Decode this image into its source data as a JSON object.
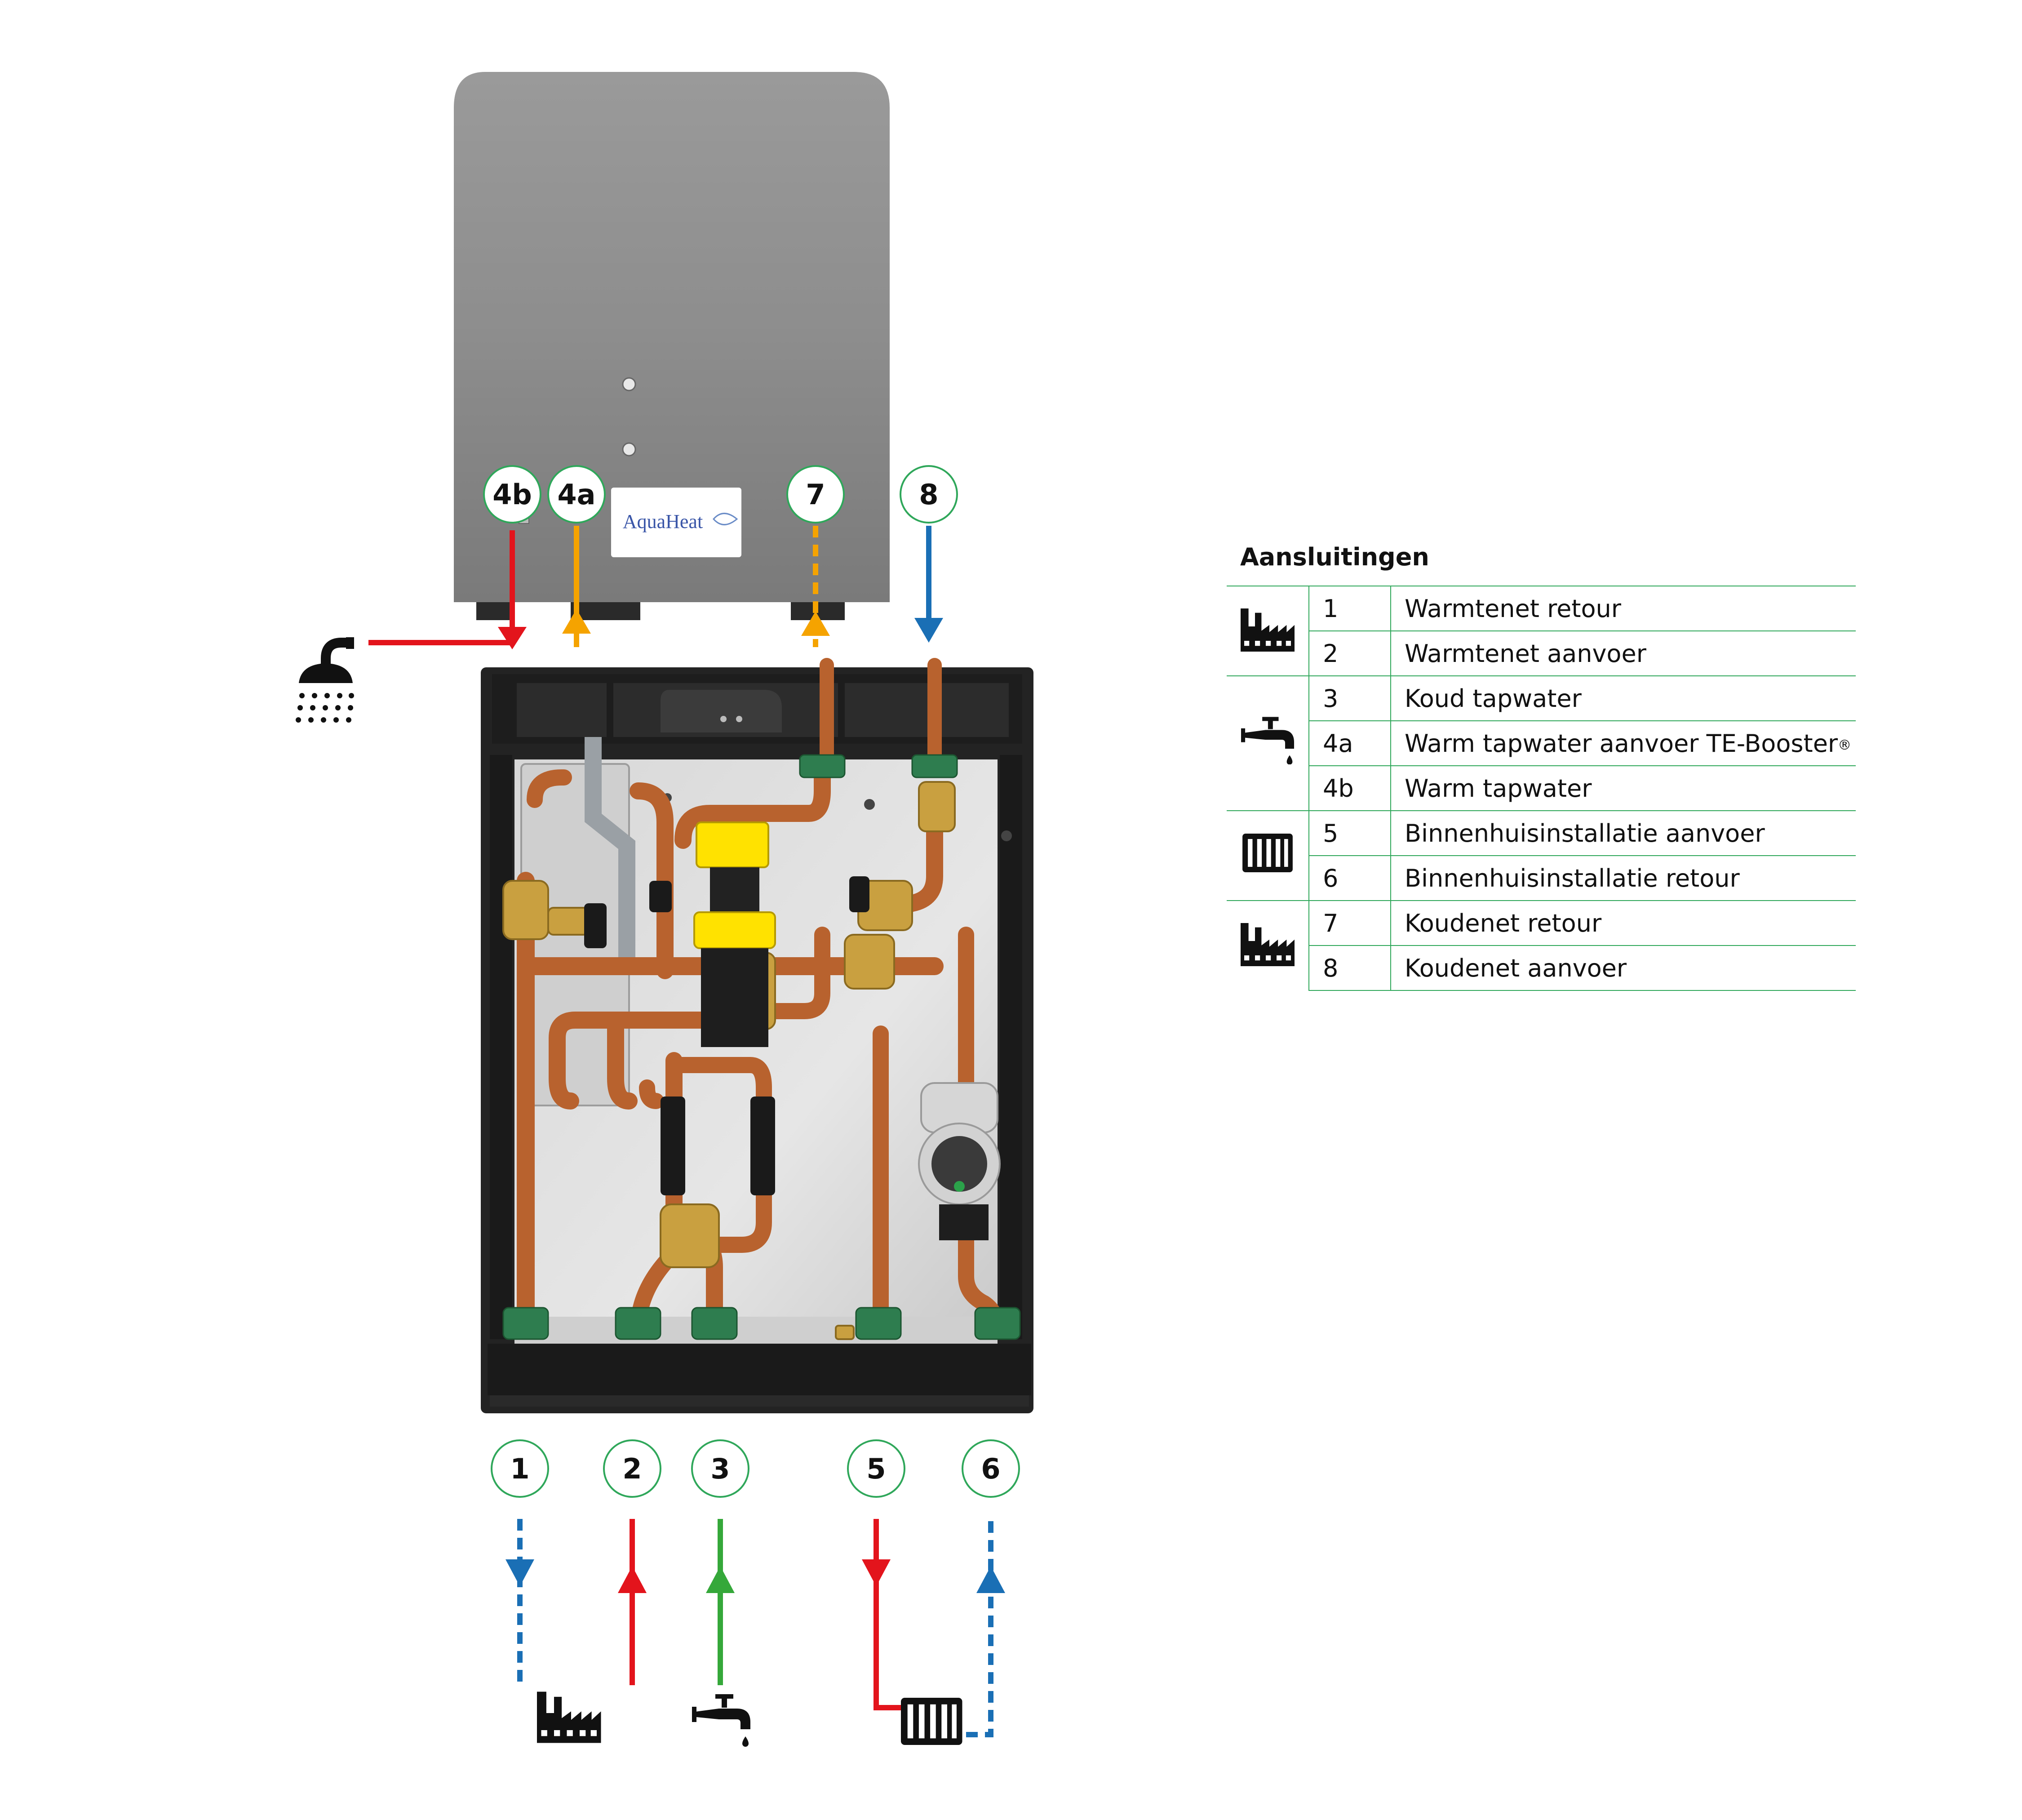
{
  "unit": {
    "brand_label": "AquaHeat"
  },
  "callouts": {
    "c4b": "4b",
    "c4a": "4a",
    "c7": "7",
    "c8": "8",
    "c1": "1",
    "c2": "2",
    "c3": "3",
    "c5": "5",
    "c6": "6"
  },
  "icons": {
    "shower": "shower-icon",
    "factory": "factory-icon",
    "tap": "tap-icon",
    "radiator": "radiator-icon"
  },
  "colors": {
    "hot_red": "#e3141c",
    "warm_orange": "#f5a300",
    "cold_blue": "#1a6fb5",
    "tap_green": "#35a83a",
    "legend_green": "#2fa75a"
  },
  "legend": {
    "title": "Aansluitingen",
    "groups": [
      {
        "icon": "factory-icon",
        "rows": [
          {
            "number": "1",
            "description": "Warmtenet retour"
          },
          {
            "number": "2",
            "description": "Warmtenet aanvoer"
          }
        ]
      },
      {
        "icon": "tap-icon",
        "rows": [
          {
            "number": "3",
            "description": "Koud tapwater"
          },
          {
            "number": "4a",
            "description": "Warm tapwater aanvoer TE-Booster",
            "suffix": "®"
          },
          {
            "number": "4b",
            "description": "Warm tapwater"
          }
        ]
      },
      {
        "icon": "radiator-icon",
        "rows": [
          {
            "number": "5",
            "description": "Binnenhuisinstallatie aanvoer"
          },
          {
            "number": "6",
            "description": "Binnenhuisinstallatie retour"
          }
        ]
      },
      {
        "icon": "factory-icon",
        "rows": [
          {
            "number": "7",
            "description": "Koudenet retour"
          },
          {
            "number": "8",
            "description": "Koudenet aanvoer"
          }
        ]
      }
    ]
  }
}
